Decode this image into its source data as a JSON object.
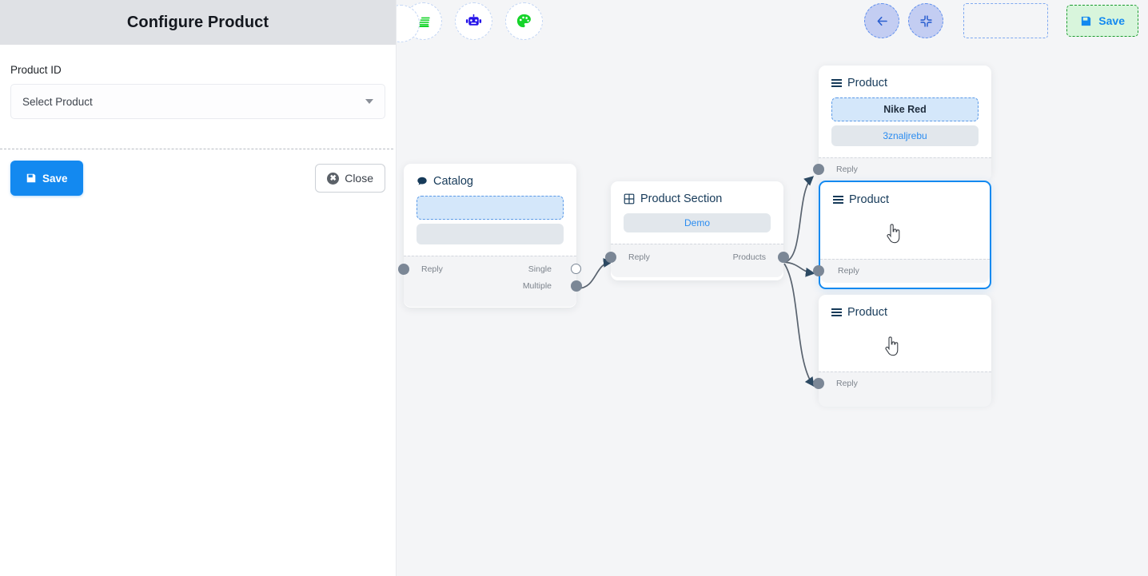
{
  "panel": {
    "title": "Configure Product",
    "field_label": "Product ID",
    "select_value": "Select Product",
    "select_placeholder": "Select Product",
    "save_label": "Save",
    "close_label": "Close",
    "save_icon": "floppy-disk-icon",
    "close_icon": "close-circle-icon",
    "caret_icon": "chevron-down-icon",
    "header_bg": "#dfe1e5",
    "save_bg": "#1389f0"
  },
  "toolbar": {
    "left_buttons": [
      {
        "name": "stack-icon",
        "label": ""
      },
      {
        "name": "robot-icon",
        "label": ""
      },
      {
        "name": "palette-icon",
        "label": ""
      }
    ],
    "back_icon": "arrow-left-icon",
    "fit_icon": "compress-icon",
    "save_label": "Save",
    "save_icon": "floppy-disk-icon",
    "save_bg": "#d8f5dc",
    "save_fg": "#1389f0",
    "nav_bg": "#c3cdf2"
  },
  "canvas": {
    "bg": "#f4f5f7",
    "nodes": [
      {
        "id": "catalog",
        "title": "Catalog",
        "icon": "chat-bubble-icon",
        "blocks": [
          {
            "type": "dashed",
            "text": ""
          },
          {
            "type": "gray",
            "text": ""
          }
        ],
        "ports_left": [
          "Reply"
        ],
        "ports_right": [
          "Single",
          "Multiple"
        ],
        "selected": false
      },
      {
        "id": "product-section",
        "title": "Product Section",
        "icon": "grid-icon",
        "blocks": [
          {
            "type": "demo",
            "text": "Demo"
          }
        ],
        "ports_left": [
          "Reply"
        ],
        "ports_right": [
          "Products"
        ],
        "selected": false
      },
      {
        "id": "product-1",
        "title": "Product",
        "icon": "hamburger-icon",
        "blocks": [
          {
            "type": "dashed",
            "text": "Nike Red"
          },
          {
            "type": "gray",
            "text": "3znaljrebu"
          }
        ],
        "ports_left": [
          "Reply"
        ],
        "ports_right": [],
        "selected": false
      },
      {
        "id": "product-2",
        "title": "Product",
        "icon": "hamburger-icon",
        "blocks": [],
        "ports_left": [
          "Reply"
        ],
        "ports_right": [],
        "selected": true
      },
      {
        "id": "product-3",
        "title": "Product",
        "icon": "hamburger-icon",
        "blocks": [],
        "ports_left": [
          "Reply"
        ],
        "ports_right": [],
        "selected": false
      }
    ],
    "edge_color": "#59636f"
  }
}
